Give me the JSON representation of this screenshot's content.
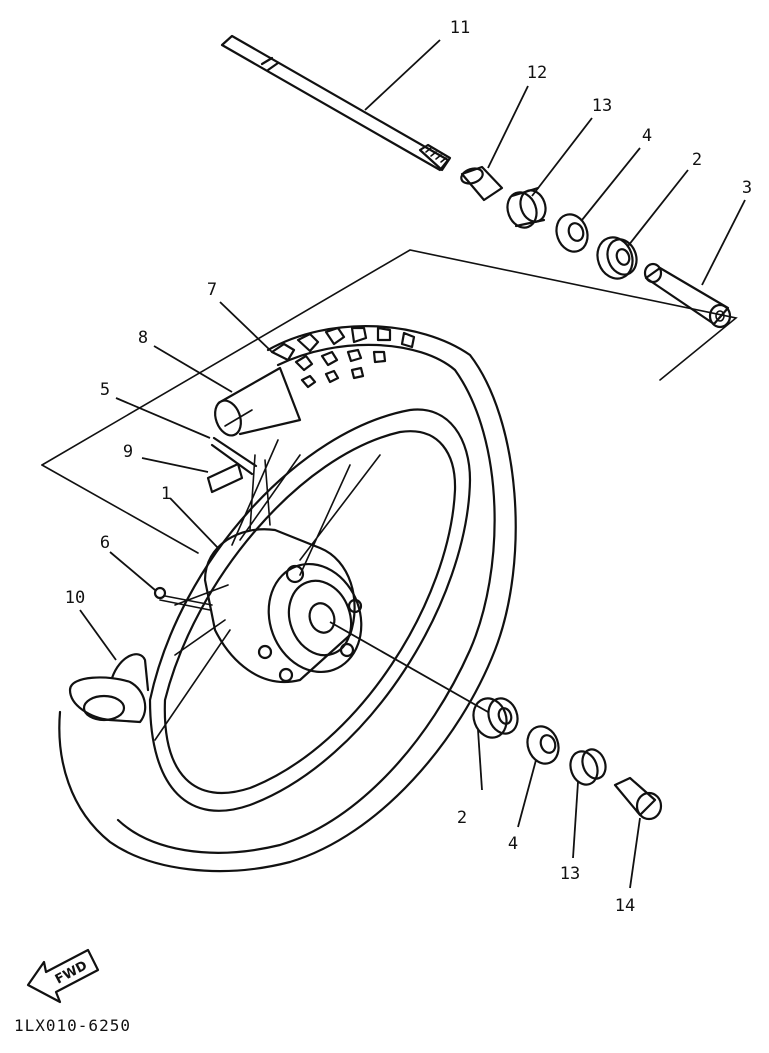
{
  "diagram": {
    "callouts": [
      {
        "id": "c11a",
        "text": "11"
      },
      {
        "id": "c12a",
        "text": "12"
      },
      {
        "id": "c13a",
        "text": "13"
      },
      {
        "id": "c4a",
        "text": "4"
      },
      {
        "id": "c2a",
        "text": "2"
      },
      {
        "id": "c3",
        "text": "3"
      },
      {
        "id": "c7",
        "text": "7"
      },
      {
        "id": "c8",
        "text": "8"
      },
      {
        "id": "c5",
        "text": "5"
      },
      {
        "id": "c9",
        "text": "9"
      },
      {
        "id": "c1",
        "text": "1"
      },
      {
        "id": "c6",
        "text": "6"
      },
      {
        "id": "c10",
        "text": "10"
      },
      {
        "id": "c2b",
        "text": "2"
      },
      {
        "id": "c4b",
        "text": "4"
      },
      {
        "id": "c13b",
        "text": "13"
      },
      {
        "id": "c14",
        "text": "14"
      }
    ],
    "fwd_label": "FWD",
    "code": "1LX010-6250"
  }
}
